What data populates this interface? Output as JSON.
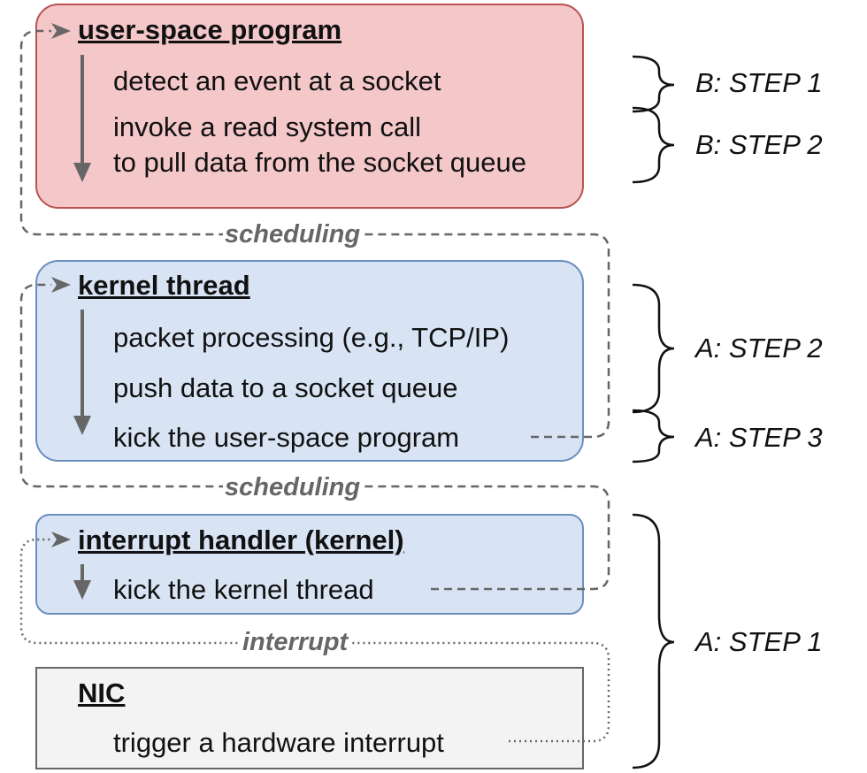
{
  "user_space": {
    "title": "user-space program",
    "lines": [
      "detect an event at a socket",
      "invoke a read system call",
      "to pull data from the socket queue"
    ]
  },
  "kernel_thread": {
    "title": "kernel thread",
    "lines": [
      "packet processing (e.g., TCP/IP)",
      "push data to a socket queue",
      "kick the user-space program"
    ]
  },
  "interrupt_handler": {
    "title": "interrupt handler (kernel)",
    "lines": [
      "kick the kernel thread"
    ]
  },
  "nic": {
    "title": "NIC",
    "lines": [
      "trigger a hardware interrupt"
    ]
  },
  "connectors": {
    "scheduling_upper": "scheduling",
    "scheduling_lower": "scheduling",
    "interrupt": "interrupt"
  },
  "steps": [
    "B: STEP 1",
    "B: STEP 2",
    "A: STEP 2",
    "A: STEP 3",
    "A: STEP 1"
  ],
  "colors": {
    "user_fill": "#f4c7c9",
    "user_stroke": "#b85450",
    "kernel_fill": "#d8e4f4",
    "kernel_stroke": "#6c8ebf",
    "nic_fill": "#f3f3f3",
    "nic_stroke": "#666666",
    "connector": "#666666"
  }
}
